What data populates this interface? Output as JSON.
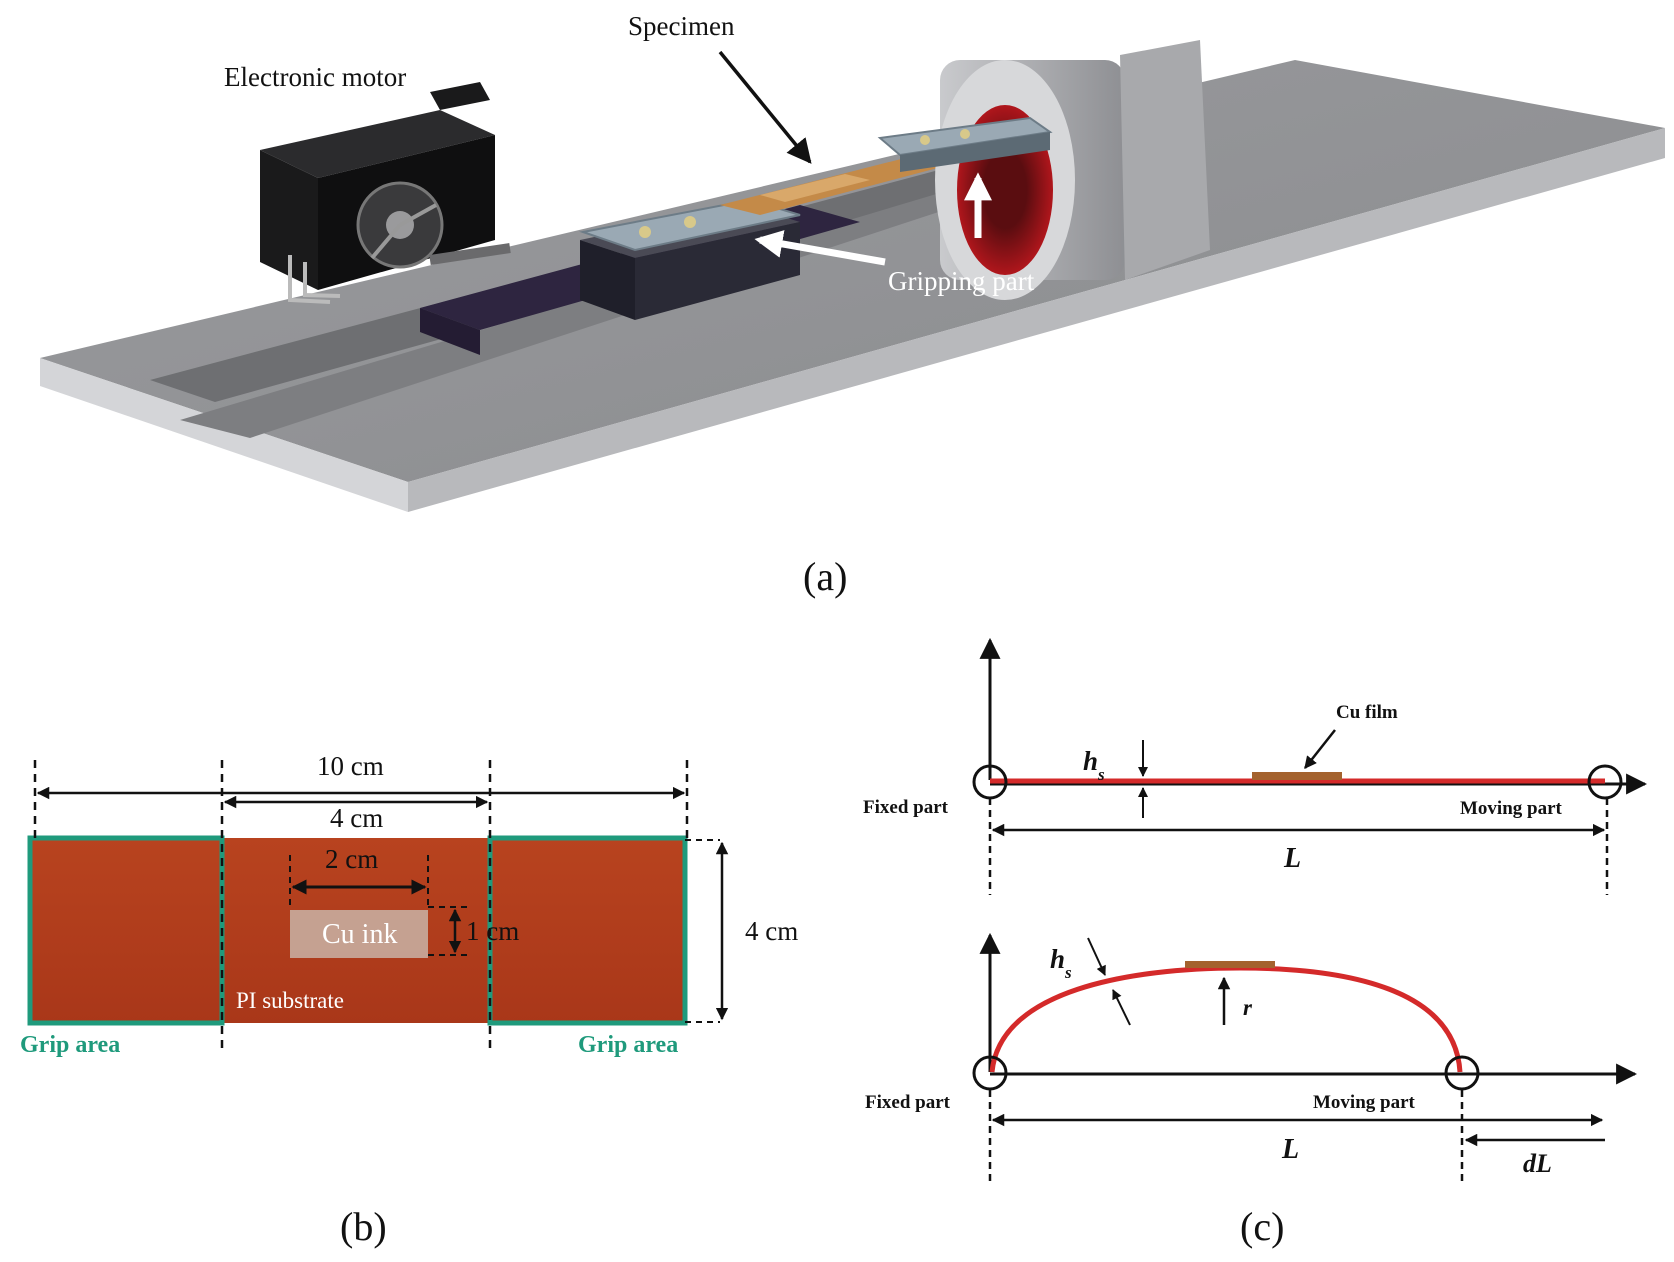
{
  "panel_a": {
    "motor_label": "Electronic motor",
    "specimen_label": "Specimen",
    "grip_label": "Gripping part",
    "caption": "(a)"
  },
  "panel_b": {
    "dim_total": "10 cm",
    "dim_mid": "4 cm",
    "dim_ink": "2 cm",
    "dim_ink_h": "1 cm",
    "dim_height": "4 cm",
    "ink_label": "Cu ink",
    "substrate_label": "PI substrate",
    "grip_left": "Grip area",
    "grip_right": "Grip area",
    "caption": "(b)"
  },
  "panel_c": {
    "top": {
      "film_label": "Cu film",
      "thickness_label": "h",
      "thickness_sub": "s",
      "fixed_label": "Fixed part",
      "moving_label": "Moving part",
      "length_label": "L"
    },
    "bottom": {
      "thickness_label": "h",
      "thickness_sub": "s",
      "radius_label": "r",
      "fixed_label": "Fixed part",
      "moving_label": "Moving part",
      "length_label": "L",
      "delta_label": "dL"
    },
    "caption": "(c)"
  },
  "colors": {
    "polyimide": "#b53f1e",
    "grip_border": "#1f9a7c",
    "bend_curve": "#d42a2a",
    "copper_film": "#a4622e"
  }
}
